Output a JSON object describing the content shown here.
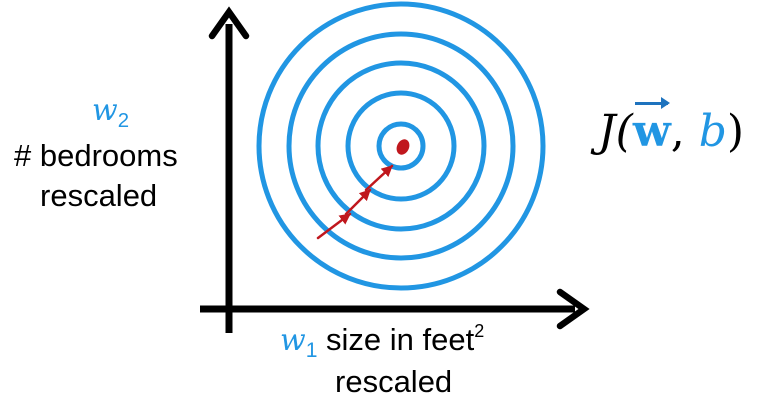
{
  "y_axis": {
    "variable": "w",
    "subscript": "2",
    "label_line1": "# bedrooms",
    "label_line2": "rescaled"
  },
  "x_axis": {
    "variable": "w",
    "subscript": "1",
    "label_text": " size in feet",
    "label_superscript": "2",
    "label_line2": "rescaled"
  },
  "cost_function": {
    "open": "J(",
    "weights": "w",
    "separator": ", ",
    "bias": "b",
    "close": ")"
  },
  "colors": {
    "axis": "#000000",
    "contour": "#2196e3",
    "variable": "#2196e3",
    "formula_accent": "#1e73be",
    "descent_path": "#c0171d"
  },
  "contours": {
    "count": 5,
    "shape": "concentric-circles"
  },
  "descent_path": {
    "steps": 3,
    "shape": "arrows-toward-center"
  }
}
